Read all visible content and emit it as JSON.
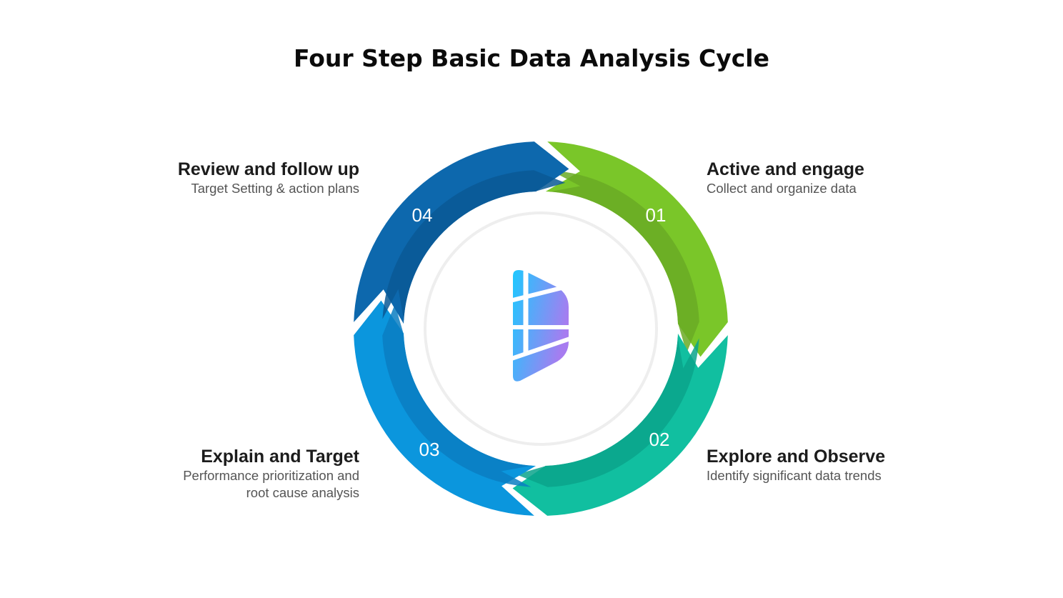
{
  "title": "Four Step Basic Data Analysis Cycle",
  "steps": [
    {
      "number": "01",
      "heading": "Active and engage",
      "description": "Collect and organize data",
      "color_outer": "#7ac629",
      "color_inner": "#6aaa25"
    },
    {
      "number": "02",
      "heading": "Explore and Observe",
      "description": "Identify significant data trends",
      "color_outer": "#11bfa0",
      "color_inner": "#0aa38b"
    },
    {
      "number": "03",
      "heading": "Explain and Target",
      "description_line1": "Performance prioritization and",
      "description_line2": "root cause analysis",
      "color_outer": "#0b96dd",
      "color_inner": "#0a7ec2"
    },
    {
      "number": "04",
      "heading": "Review and follow up",
      "description": "Target Setting & action plans",
      "color_outer": "#0d68ad",
      "color_inner": "#0a5995"
    }
  ],
  "center": {
    "icon": "brand-logo-icon",
    "gradient_start": "#1ec8ff",
    "gradient_end": "#a77cf0"
  }
}
